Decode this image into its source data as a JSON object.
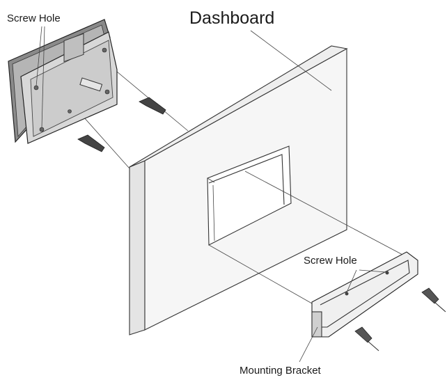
{
  "labels": {
    "screw_hole_top": "Screw Hole",
    "dashboard": "Dashboard",
    "screw_hole_right": "Screw Hole",
    "mounting_bracket": "Mounting Bracket"
  },
  "colors": {
    "line": "#333333",
    "panel_fill": "#f3f3f3",
    "device_fill": "#d9d9d9",
    "device_dark": "#7a7a7a",
    "background": "#ffffff"
  }
}
